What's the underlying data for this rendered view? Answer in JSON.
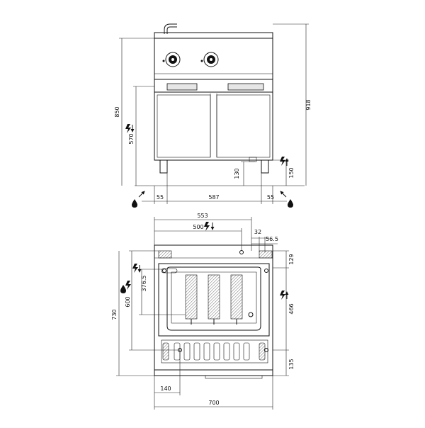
{
  "front_view": {
    "dimensions": {
      "height_total": "918",
      "height_850": "850",
      "height_570": "570",
      "width_587": "587",
      "offset_left_55": "55",
      "offset_right_55": "55",
      "height_130": "130",
      "height_150": "150"
    }
  },
  "top_view": {
    "dimensions": {
      "width_553": "553",
      "width_500": "500",
      "offset_32": "32",
      "offset_56_5": "56.5",
      "depth_129": "129",
      "depth_376_5": "376.5",
      "depth_600": "600",
      "depth_730": "730",
      "depth_466": "466",
      "depth_135": "135",
      "width_140": "140",
      "width_700": "700"
    }
  },
  "icons": {
    "electric": "lightning-bolt-arrow-icon",
    "water_drain": "water-drop-icon",
    "gas": "flame-drop-icon"
  }
}
